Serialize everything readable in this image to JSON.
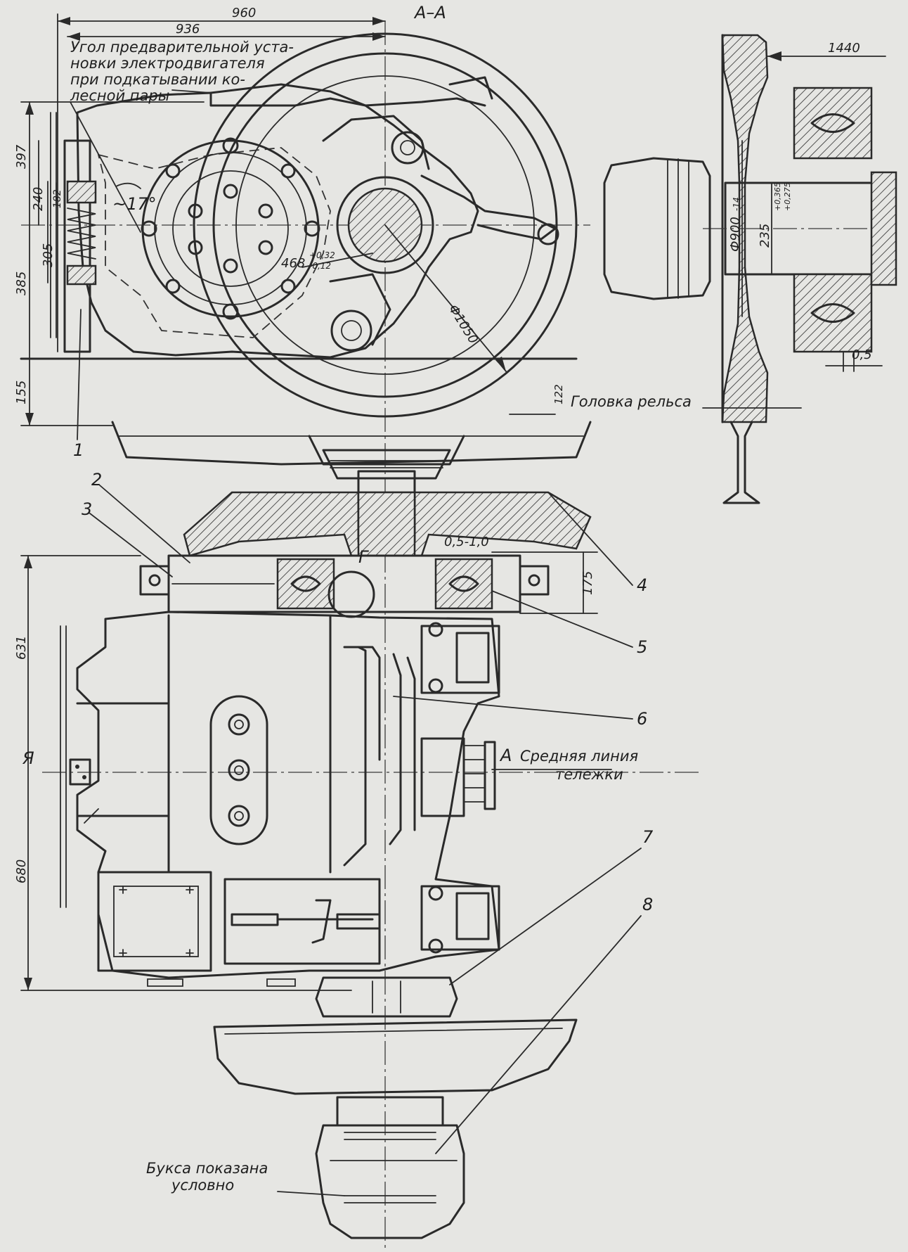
{
  "section": {
    "label": "А–А"
  },
  "dimensions": {
    "d960": "960",
    "d936": "936",
    "d1440": "1440",
    "d397": "397",
    "d240": "240",
    "d182": "182",
    "d305": "305",
    "d385": "385",
    "d155": "155",
    "d122": "122",
    "d631": "631",
    "d680": "680",
    "d175": "175",
    "d468": "468",
    "d468_tol_upper": "+0,32",
    "d468_tol_lower": "-0,12",
    "angle": "~17°",
    "phi1050": "Ф1050",
    "phi900": "Ф900",
    "phi900_tol": "-14",
    "d235": "235",
    "d235_tol_upper": "+0,365",
    "d235_tol_lower": "+0,275",
    "d05": "0,5",
    "gap": "0,5-1,0"
  },
  "notes": {
    "preset_angle": [
      "Угол предварительной уста-",
      "новки электродвигателя",
      "при подкатывании ко-",
      "лесной пары"
    ],
    "rail_head": "Головка рельса",
    "axle_box": [
      "Букса показана",
      "условно"
    ],
    "centerline": [
      "Средняя линия",
      "тележки"
    ],
    "letter_a": "А",
    "letter_ya": "Я",
    "detail_g": "Г"
  },
  "parts": [
    "1",
    "2",
    "3",
    "4",
    "5",
    "6",
    "7",
    "8"
  ]
}
